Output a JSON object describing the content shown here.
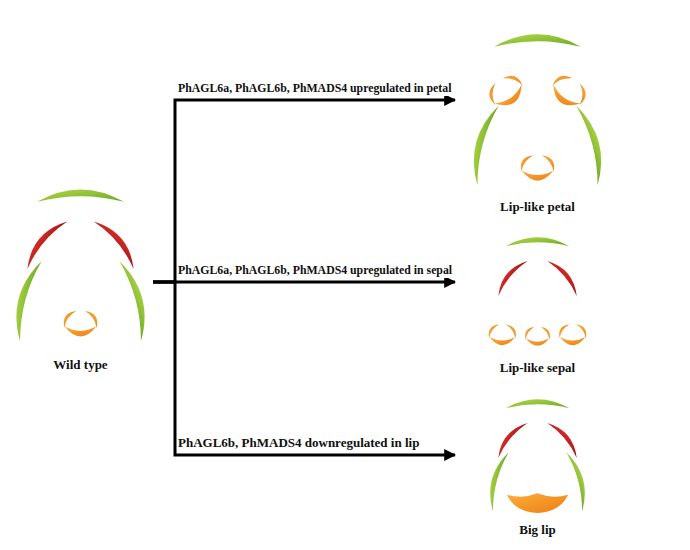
{
  "diagram": {
    "nodes": [
      {
        "text": [
          "Wild type"
        ]
      },
      {
        "text": [
          "Lip-like petal"
        ]
      },
      {
        "text": [
          "Lip-like sepal"
        ]
      },
      {
        "text": [
          "Big lip"
        ]
      }
    ],
    "edges": [
      {
        "from": 0,
        "to": 1,
        "arrow": "to",
        "label": "PhAGL6a, PhAGL6b, PhMADS4 upregulated in petal"
      },
      {
        "from": 0,
        "to": 2,
        "arrow": "to",
        "label": "PhAGL6a, PhAGL6b, PhMADS4 upregulated in sepal"
      },
      {
        "from": 0,
        "to": 3,
        "arrow": "to",
        "label": "PhAGL6b, PhMADS4 downregulated in  lip"
      }
    ]
  }
}
